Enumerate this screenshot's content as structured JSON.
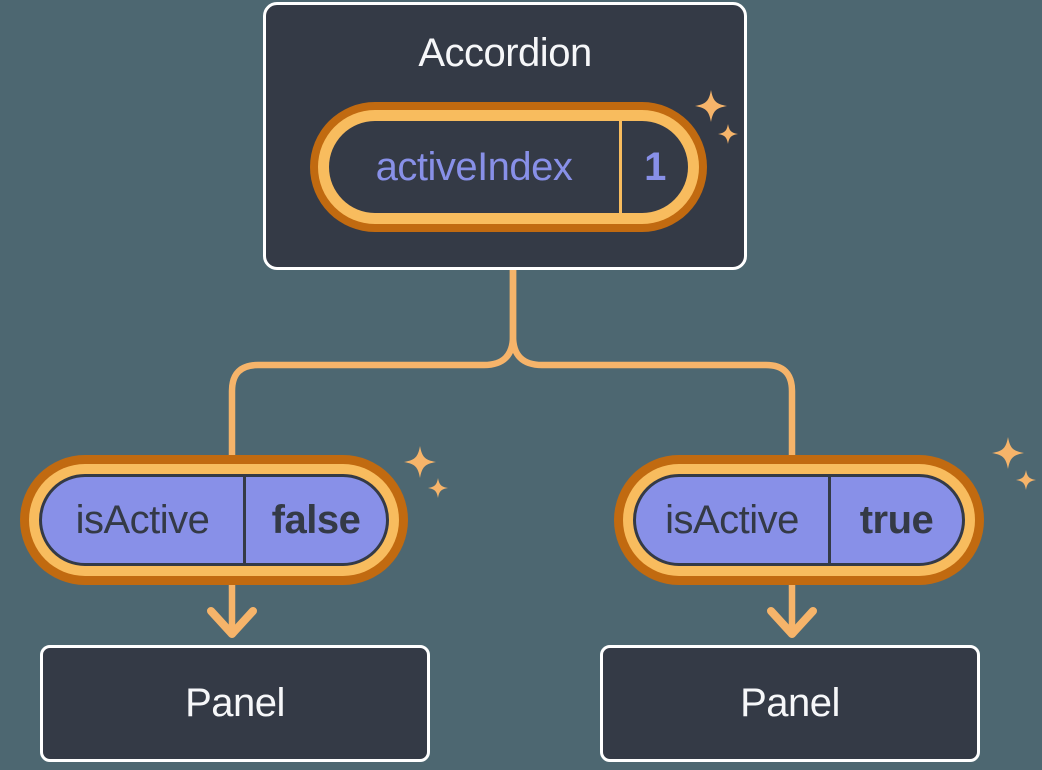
{
  "diagram": {
    "description": "React state diagram: Accordion parent holds activeIndex state, passes isActive props to two Panels",
    "accordion": {
      "title": "Accordion",
      "state_pill": {
        "label": "activeIndex",
        "value": "1"
      }
    },
    "children": [
      {
        "pill": {
          "label": "isActive",
          "value": "false"
        },
        "panel_label": "Panel"
      },
      {
        "pill": {
          "label": "isActive",
          "value": "true"
        },
        "panel_label": "Panel"
      }
    ],
    "icons": [
      "sparkle-icon",
      "arrow-down-icon",
      "connector-lines"
    ],
    "colors": {
      "background": "#4D6771",
      "box_fill": "#343A46",
      "box_border": "#FFFFFF",
      "text_light": "#F6F7F9",
      "purple": "#8890E8",
      "dark_text": "#343A46",
      "ring_outer_orange": "#C16A10",
      "ring_inner_orange": "#F8BC5E",
      "connector_orange": "#F6B46A"
    }
  }
}
